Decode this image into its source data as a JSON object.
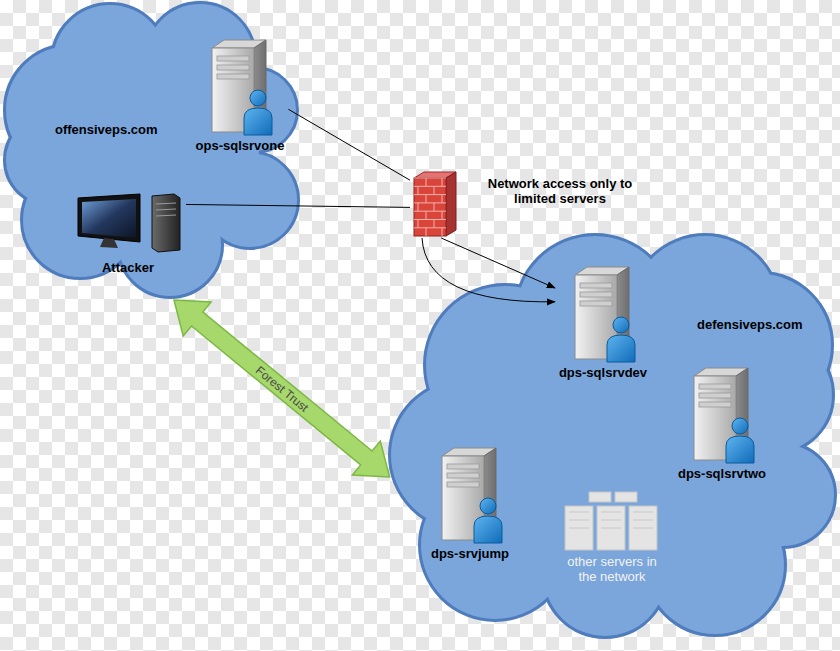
{
  "diagram": {
    "nodes": [
      {
        "text": [
          "offensiveps.com"
        ]
      },
      {
        "text": [
          "ops-sqlsrvone"
        ],
        "in": 0
      },
      {
        "text": [
          "Attacker"
        ],
        "in": 0
      },
      {
        "text": [
          "Network access only to limited servers"
        ]
      },
      {
        "text": [
          "defensiveps.com"
        ]
      },
      {
        "text": [
          "dps-sqlsrvdev"
        ],
        "in": 4
      },
      {
        "text": [
          "dps-sqlsrvtwo"
        ],
        "in": 4
      },
      {
        "text": [
          "dps-srvjump"
        ],
        "in": 4
      },
      {
        "text": [
          "other servers in the network"
        ],
        "in": 4
      }
    ],
    "edges": [
      {
        "from": 1,
        "to": 3,
        "arrow": "none"
      },
      {
        "from": 2,
        "to": 3,
        "arrow": "none"
      },
      {
        "from": 3,
        "to": 5,
        "arrow": "to"
      },
      {
        "from": 3,
        "to": 5,
        "arrow": "to"
      },
      {
        "from": 0,
        "to": 4,
        "label": "Forest Trust",
        "arrow": "both"
      }
    ]
  }
}
